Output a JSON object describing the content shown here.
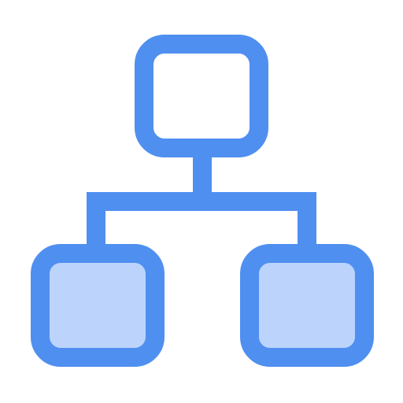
{
  "icon": {
    "name": "hierarchy-tree-icon",
    "colors": {
      "stroke": "#4f8ff0",
      "fill_parent": "#ffffff",
      "fill_children": "#bcd4fc",
      "background": "#ffffff"
    },
    "nodes": [
      {
        "role": "parent",
        "filled": false
      },
      {
        "role": "child-left",
        "filled": true
      },
      {
        "role": "child-right",
        "filled": true
      }
    ]
  }
}
